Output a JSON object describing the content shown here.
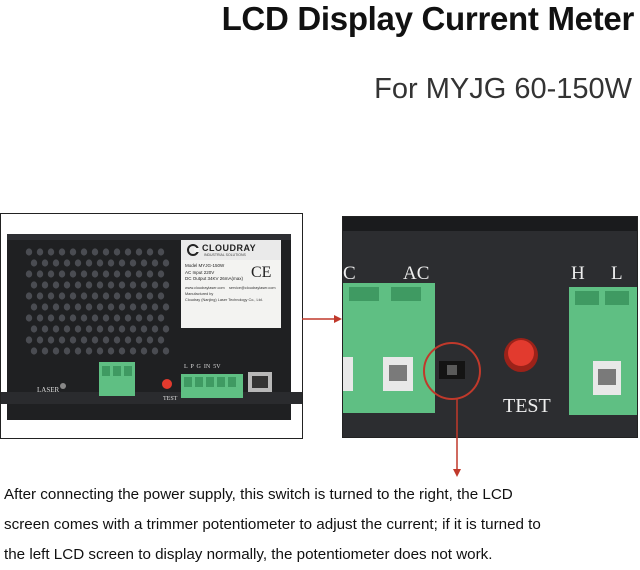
{
  "header": {
    "title": "LCD Display Current Meter",
    "subtitle": "For MYJG 60-150W"
  },
  "device": {
    "brand": "CLOUDRAY",
    "brand_tagline": "INDUSTRIAL SOLUTIONS",
    "label_model": "Model   MYJG-150W",
    "label_ac_input": "AC Input   220V",
    "label_dc_output": "DC Output  34KV 26mA(max)",
    "label_website": "www.cloudraylaser.com",
    "label_email": "service@cloudraylaser.com",
    "label_manufactured": "Manufactured by",
    "label_company": "Cloudray (Nanjing) Laser Technology Co., Ltd.",
    "ce_mark": "CE",
    "laser_label": "LASER",
    "test_label": "TEST",
    "terminal_labels": "L  P  G  IN  5V"
  },
  "closeup": {
    "label_ac": "AC",
    "label_c": "C",
    "label_h": "H",
    "label_l": "L",
    "test_label": "TEST"
  },
  "caption": {
    "line1": "After connecting the power supply, this switch is turned to the right, the LCD",
    "line2": "screen comes with a trimmer potentiometer to adjust the current; if it is turned to",
    "line3": "the left LCD screen to display normally, the potentiometer does not work."
  },
  "colors": {
    "chassis": "#1f2022",
    "terminal_green": "#5fbf83",
    "test_button_red": "#e23a2e",
    "arrow_red": "#c0392b"
  }
}
